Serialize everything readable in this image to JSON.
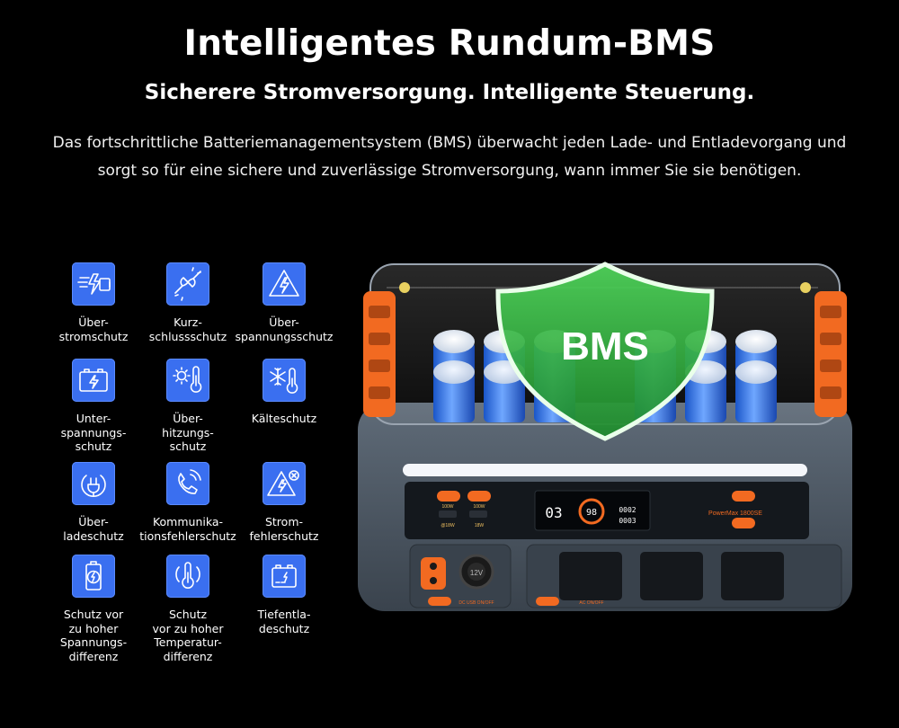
{
  "header": {
    "title": "Intelligentes Rundum-BMS",
    "subtitle": "Sicherere Stromversorgung. Intelligente Steuerung.",
    "description": "Das fortschrittliche Batteriemanagementsystem (BMS) überwacht jeden Lade- und Entladevorgang und sorgt so für eine sichere und zuverlässige Stromversorgung, wann immer Sie sie benötigen."
  },
  "colors": {
    "background": "#000000",
    "icon_blue": "#3a6ff0",
    "shield_green": "#28a93a",
    "accent_orange": "#f26a21",
    "device_body": "#4b5663"
  },
  "features": [
    {
      "icon": "overcurrent-icon",
      "label": "Über-\nstromschutz"
    },
    {
      "icon": "short-circuit-icon",
      "label": "Kurz-\nschlussschutz"
    },
    {
      "icon": "overvoltage-icon",
      "label": "Über-\nspannungsschutz"
    },
    {
      "icon": "undervoltage-icon",
      "label": "Unter-\nspannungs-\nschutz"
    },
    {
      "icon": "overtemperature-icon",
      "label": "Über-\nhitzungs-\nschutz"
    },
    {
      "icon": "cold-protection-icon",
      "label": "Kälteschutz"
    },
    {
      "icon": "overcharge-icon",
      "label": "Über-\nladeschutz"
    },
    {
      "icon": "communication-error-icon",
      "label": "Kommunika-\ntionsfehlerschutz"
    },
    {
      "icon": "power-fault-icon",
      "label": "Strom-\nfehlerschutz"
    },
    {
      "icon": "voltage-difference-icon",
      "label": "Schutz vor\nzu hoher\nSpannungs-\ndifferenz"
    },
    {
      "icon": "temperature-difference-icon",
      "label": "Schutz\nvor zu hoher\nTemperatur-\ndifferenz"
    },
    {
      "icon": "deep-discharge-icon",
      "label": "Tiefentla-\ndeschutz"
    }
  ],
  "product": {
    "shield_text": "BMS",
    "model_label": "PowerMax 1800SE",
    "display_left_value": "03",
    "display_percent": "98",
    "display_right_top": "0002",
    "display_right_bottom": "0003",
    "port_labels": [
      "100W",
      "100W",
      "@18W",
      "18W"
    ],
    "car_port_label": "12V",
    "dc_button_label": "DC USB ON/OFF",
    "ac_button_label": "AC ON/OFF"
  }
}
